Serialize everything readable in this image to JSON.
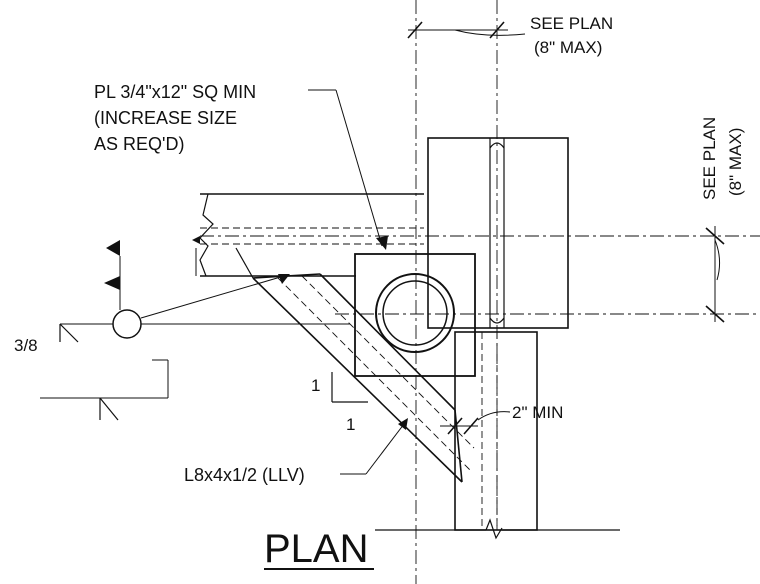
{
  "drawing": {
    "title": "PLAN",
    "notes": {
      "see_plan_top_line1": "SEE PLAN",
      "see_plan_top_line2": "(8\" MAX)",
      "see_plan_right_line1": "SEE PLAN",
      "see_plan_right_line2": "(8\" MAX)",
      "plate_line1": "PL 3/4\"x12\" SQ MIN",
      "plate_line2": "(INCREASE SIZE",
      "plate_line3": "AS REQ'D)",
      "weld_size": "3/8",
      "slope_rise": "1",
      "slope_run": "1",
      "min_dim": "2\" MIN",
      "angle_callout": "L8x4x1/2 (LLV)"
    }
  }
}
